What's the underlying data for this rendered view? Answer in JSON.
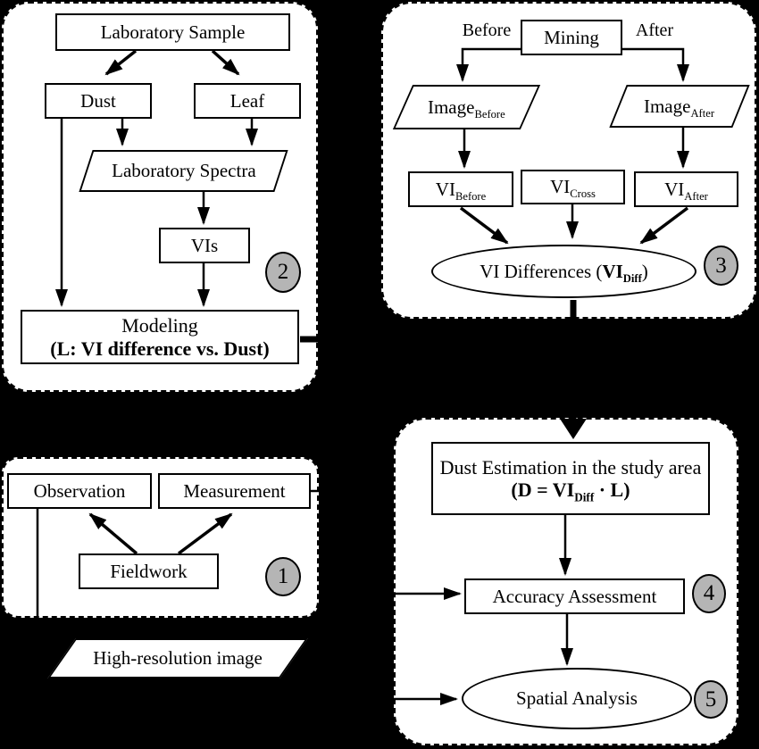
{
  "figure": {
    "background_color": "#000000",
    "panel_fill": "#ffffff",
    "line_color": "#000000",
    "badge_fill": "#b5b5b5"
  },
  "lab_panel": {
    "laboratory_sample": "Laboratory Sample",
    "dust": "Dust",
    "leaf": "Leaf",
    "laboratory_spectra": "Laboratory Spectra",
    "vis": "VIs",
    "modeling_title": "Modeling",
    "modeling_detail": "(L: VI difference vs. Dust)",
    "step_badge": "2"
  },
  "mining_panel": {
    "mining": "Mining",
    "before_label": "Before",
    "after_label": "After",
    "image_before": {
      "base": "Image",
      "sub": "Before"
    },
    "image_after": {
      "base": "Image",
      "sub": "After"
    },
    "vi_before": {
      "base": "VI",
      "sub": "Before"
    },
    "vi_cross": {
      "base": "VI",
      "sub": "Cross"
    },
    "vi_after": {
      "base": "VI",
      "sub": "After"
    },
    "vi_differences": {
      "pre": "VI Differences (",
      "base": "VI",
      "sub": "Diff",
      "post": ")"
    },
    "step_badge": "3"
  },
  "field_panel": {
    "observation": "Observation",
    "measurement": "Measurement",
    "fieldwork": "Fieldwork",
    "step_badge": "1",
    "high_resolution_image": "High-resolution image"
  },
  "estimation_panel": {
    "dust_estimation_title": "Dust Estimation in the study area",
    "formula": {
      "pre": "(D = VI",
      "sub": "Diff",
      "post": " · L)"
    },
    "accuracy_assessment": "Accuracy Assessment",
    "spatial_analysis": "Spatial Analysis",
    "accuracy_badge": "4",
    "spatial_badge": "5"
  }
}
